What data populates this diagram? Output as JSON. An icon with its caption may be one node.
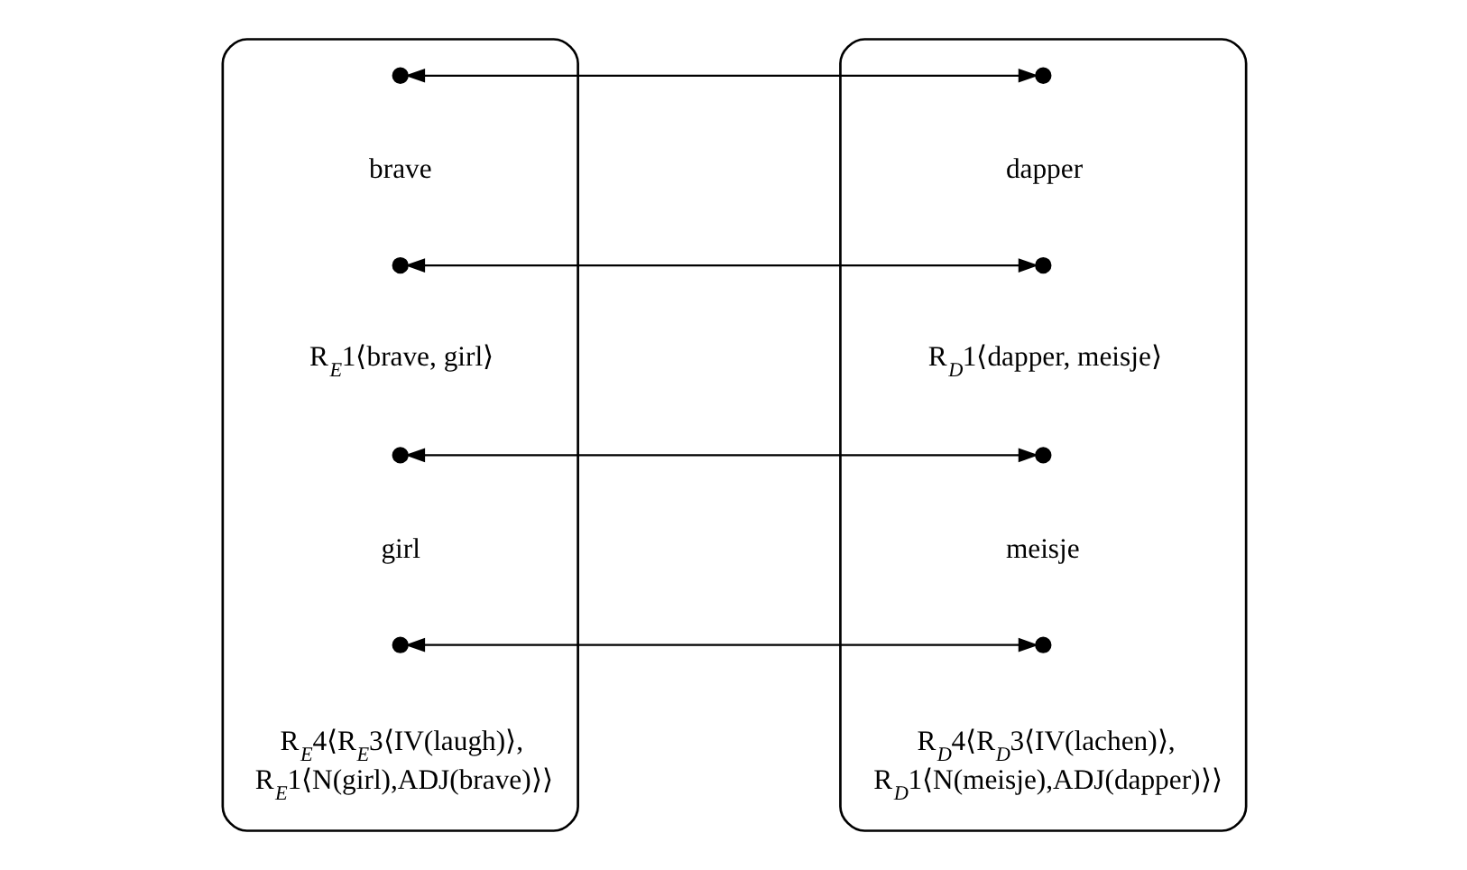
{
  "diagram": {
    "nodes": [
      {
        "text": [],
        "shape": "box"
      },
      {
        "text": [],
        "shape": "circle",
        "beside": [
          "brave"
        ],
        "in": 0
      },
      {
        "text": [],
        "shape": "circle",
        "beside": [
          "R$_{E}$1⟨brave, girl⟩"
        ],
        "in": 0
      },
      {
        "text": [],
        "shape": "circle",
        "beside": [
          "girl"
        ],
        "in": 0
      },
      {
        "text": [],
        "shape": "circle",
        "beside": [
          "R$_{E}$4⟨R$_{E}$3⟨IV(laugh)⟩, R$_{E}$1⟨N(girl),ADJ(brave)⟩⟩"
        ],
        "in": 0
      },
      {
        "text": [],
        "shape": "box"
      },
      {
        "text": [],
        "shape": "circle",
        "beside": [
          "dapper"
        ],
        "in": 5
      },
      {
        "text": [],
        "shape": "circle",
        "beside": [
          "R$_{D}$1⟨dapper, meisje⟩"
        ],
        "in": 5
      },
      {
        "text": [],
        "shape": "circle",
        "beside": [
          "meisje"
        ],
        "in": 5
      },
      {
        "text": [],
        "shape": "circle",
        "beside": [
          "R$_{D}$4⟨R$_{D}$3⟨IV(lachen)⟩, R$_{D}$1⟨N(meisje),ADJ(dapper)⟩⟩"
        ],
        "in": 5
      }
    ],
    "edges": [
      {
        "from": 1,
        "to": 6,
        "arrow": "both"
      },
      {
        "from": 2,
        "to": 7,
        "arrow": "both"
      },
      {
        "from": 3,
        "to": 8,
        "arrow": "both"
      },
      {
        "from": 4,
        "to": 9,
        "arrow": "both"
      }
    ]
  }
}
